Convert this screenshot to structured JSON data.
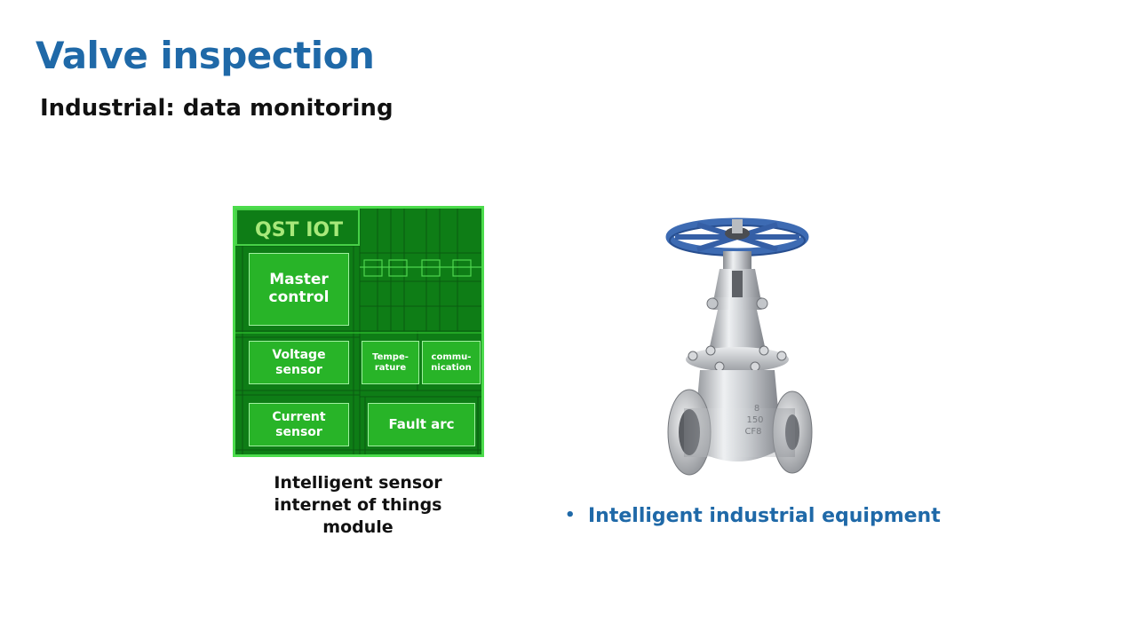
{
  "slide": {
    "title": "Valve inspection",
    "subtitle": "Industrial: data monitoring"
  },
  "module": {
    "brand": "QST IOT",
    "chips": {
      "master": "Master\ncontrol",
      "voltage": "Voltage\nsensor",
      "current": "Current\nsensor",
      "temperature": "Tempe-\nrature",
      "communication": "commu-\nnication",
      "fault": "Fault arc"
    },
    "caption": "Intelligent sensor\ninternet of things\nmodule",
    "colors": {
      "board": "#0e7d16",
      "chip": "#28b428",
      "border": "#4cdc4c"
    }
  },
  "equipment": {
    "bullet": "•",
    "label": "Intelligent industrial equipment",
    "image": "gate-valve-photo",
    "valve_marking": [
      "8",
      "150",
      "CF8"
    ]
  },
  "colors": {
    "accent": "#1f69a8",
    "text": "#111111"
  }
}
